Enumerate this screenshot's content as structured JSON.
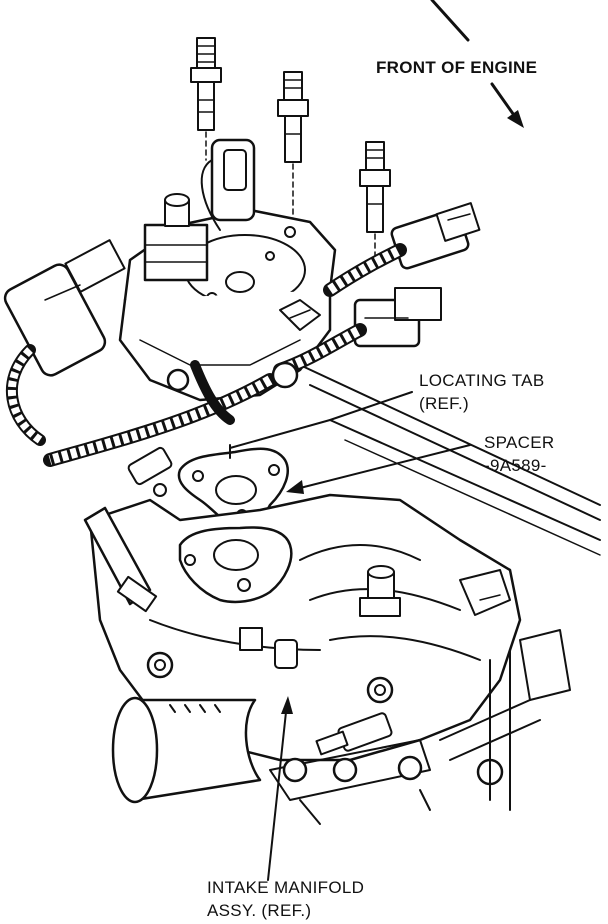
{
  "labels": {
    "front_of_engine": "FRONT OF ENGINE",
    "locating_tab_line1": "LOCATING TAB",
    "locating_tab_line2": "(REF.)",
    "spacer_line1": "SPACER",
    "spacer_line2": "-9A589-",
    "intake_line1": "INTAKE MANIFOLD",
    "intake_line2": "ASSY. (REF.)"
  },
  "colors": {
    "ink": "#111111",
    "background": "#ffffff"
  }
}
